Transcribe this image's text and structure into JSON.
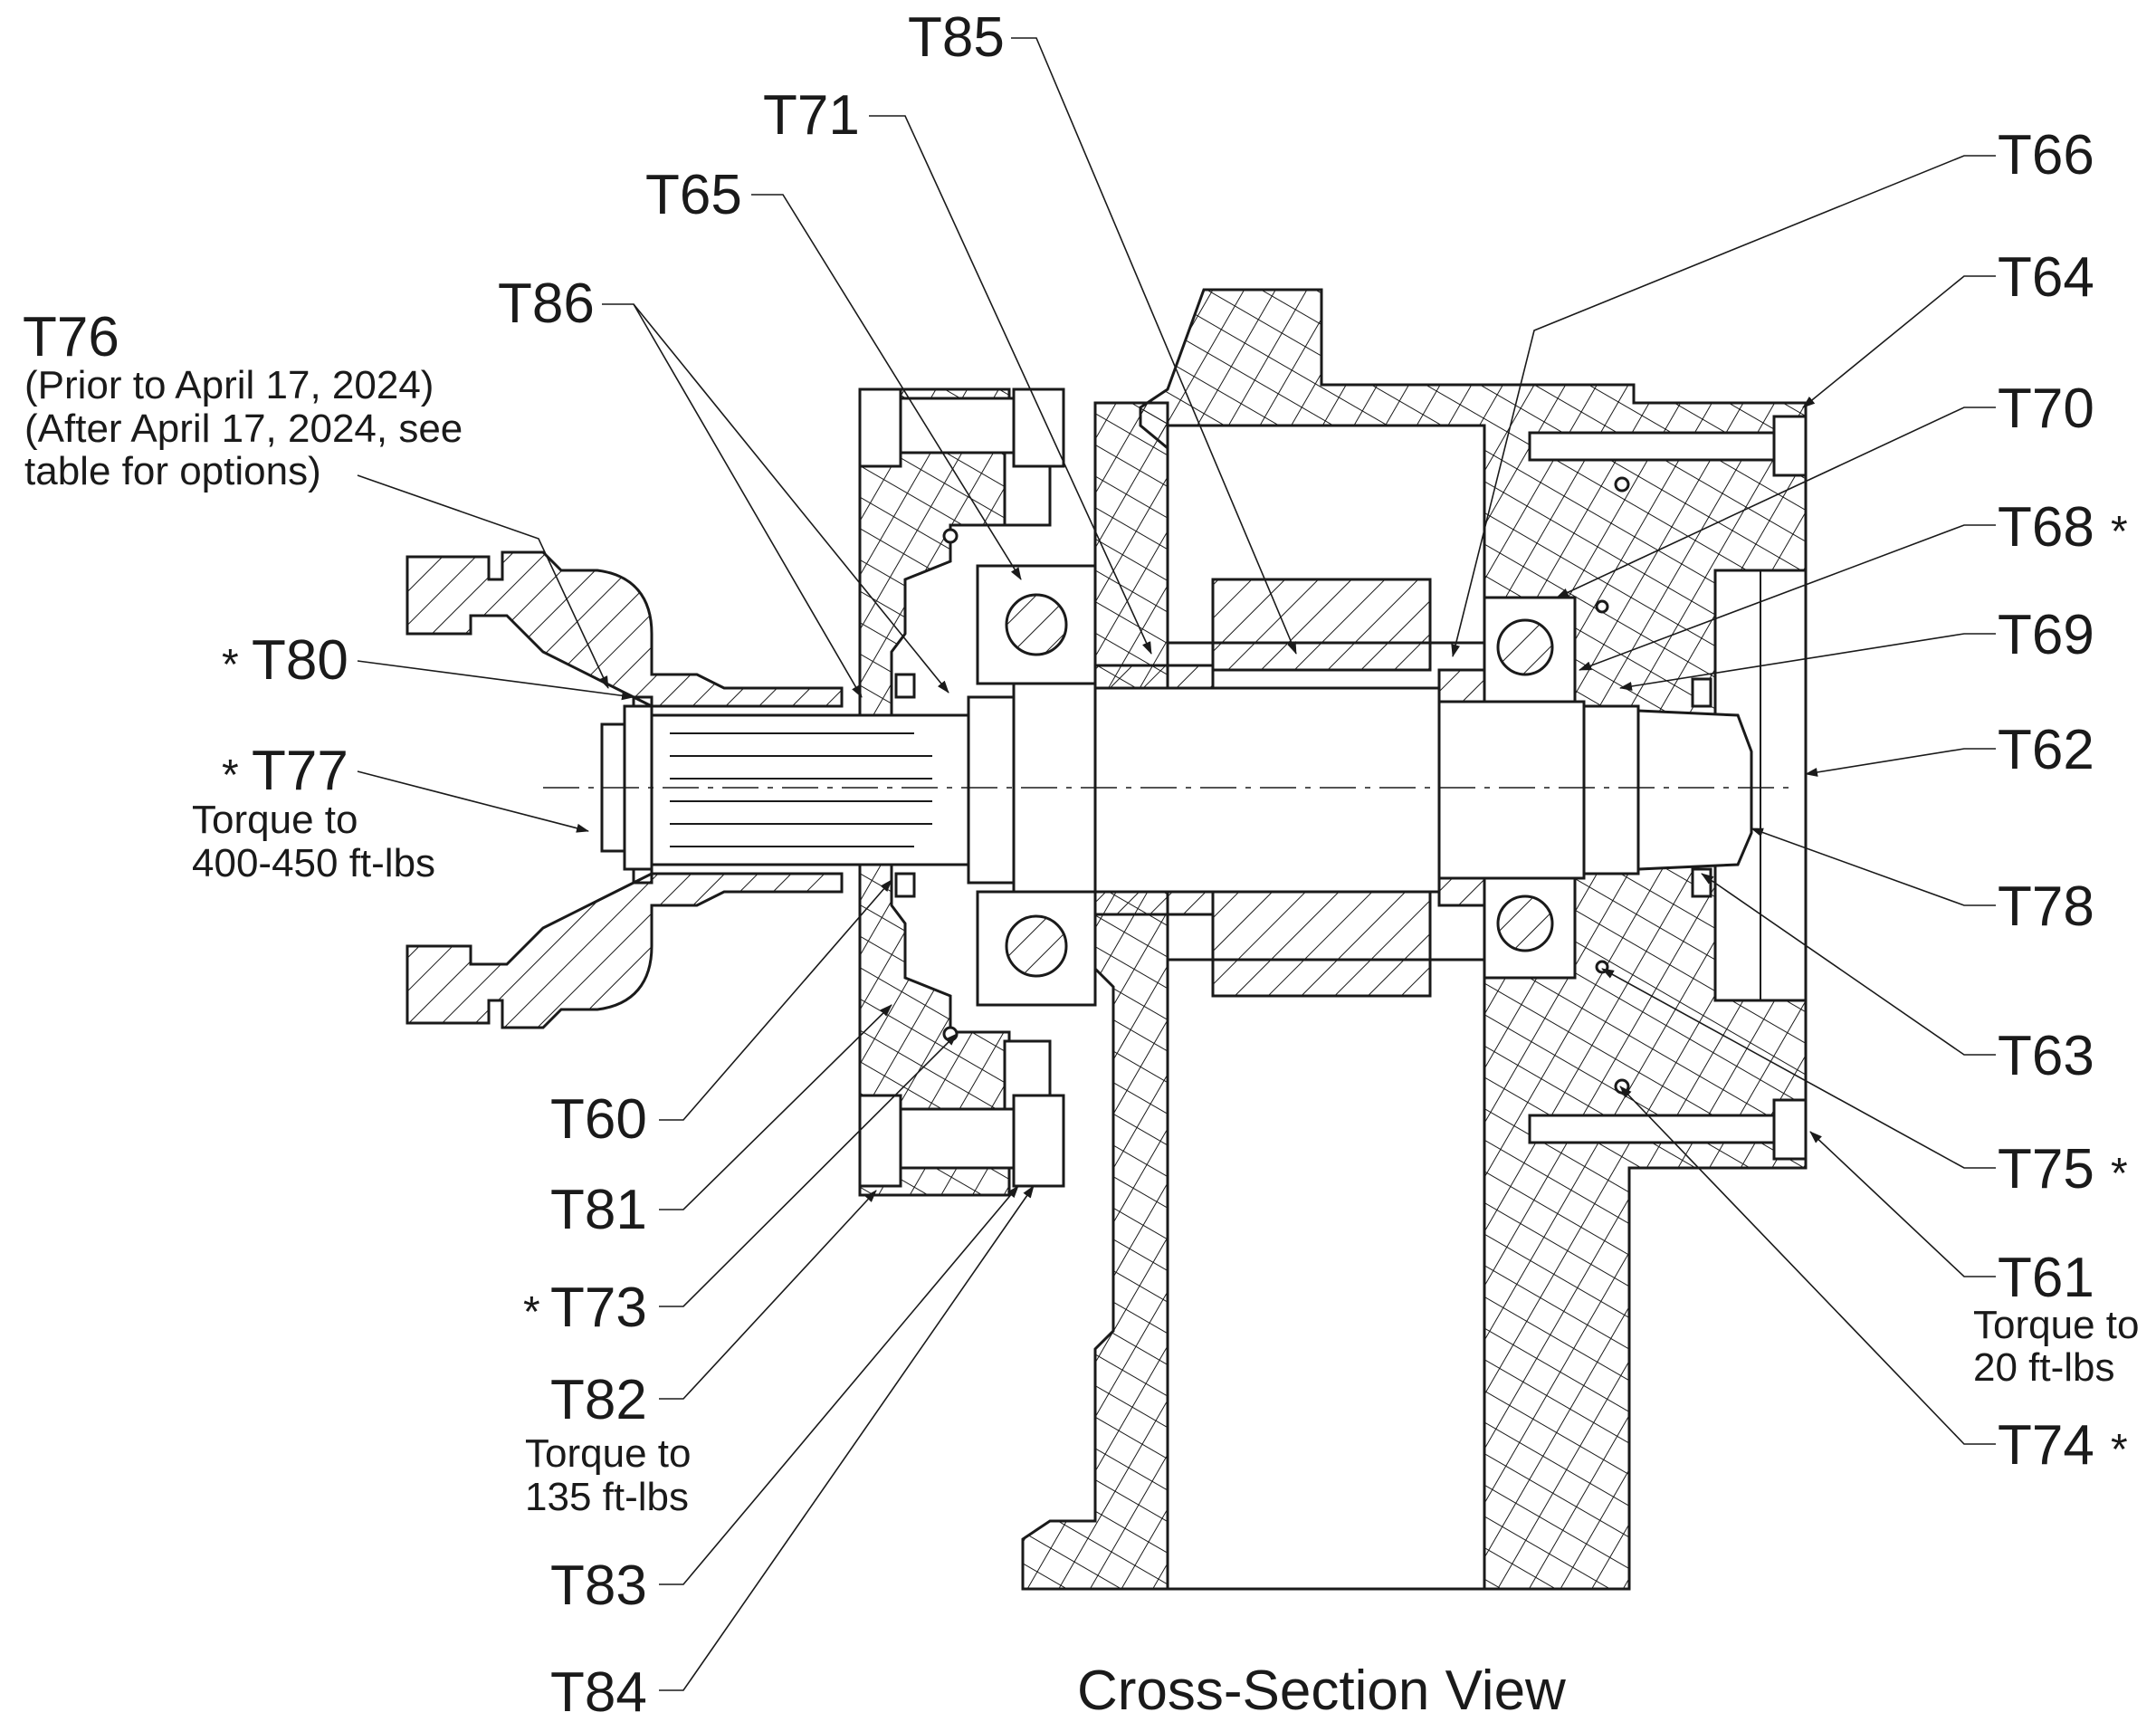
{
  "diagram": {
    "caption": "Cross-Section View",
    "callouts": [
      {
        "id": "t85",
        "label": "T85"
      },
      {
        "id": "t71",
        "label": "T71"
      },
      {
        "id": "t65",
        "label": "T65"
      },
      {
        "id": "t86",
        "label": "T86"
      },
      {
        "id": "t76",
        "label": "T76",
        "notes": [
          "(Prior to April 17, 2024)",
          "(After April 17, 2024, see",
          "table for options)"
        ]
      },
      {
        "id": "t80",
        "label": "T80",
        "starred": true
      },
      {
        "id": "t77",
        "label": "T77",
        "starred": true,
        "notes": [
          "Torque to",
          "400-450 ft-lbs"
        ]
      },
      {
        "id": "t60",
        "label": "T60"
      },
      {
        "id": "t81",
        "label": "T81"
      },
      {
        "id": "t73",
        "label": "T73",
        "starred": true
      },
      {
        "id": "t82",
        "label": "T82",
        "notes": [
          "Torque to",
          "135 ft-lbs"
        ]
      },
      {
        "id": "t83",
        "label": "T83"
      },
      {
        "id": "t84",
        "label": "T84"
      },
      {
        "id": "t66",
        "label": "T66"
      },
      {
        "id": "t64",
        "label": "T64"
      },
      {
        "id": "t70",
        "label": "T70"
      },
      {
        "id": "t68",
        "label": "T68",
        "starred": true
      },
      {
        "id": "t69",
        "label": "T69"
      },
      {
        "id": "t62",
        "label": "T62"
      },
      {
        "id": "t78",
        "label": "T78"
      },
      {
        "id": "t63",
        "label": "T63"
      },
      {
        "id": "t75",
        "label": "T75",
        "starred": true
      },
      {
        "id": "t61",
        "label": "T61",
        "notes": [
          "Torque to",
          "20 ft-lbs"
        ]
      },
      {
        "id": "t74",
        "label": "T74",
        "starred": true
      }
    ],
    "star_symbol": "*"
  }
}
